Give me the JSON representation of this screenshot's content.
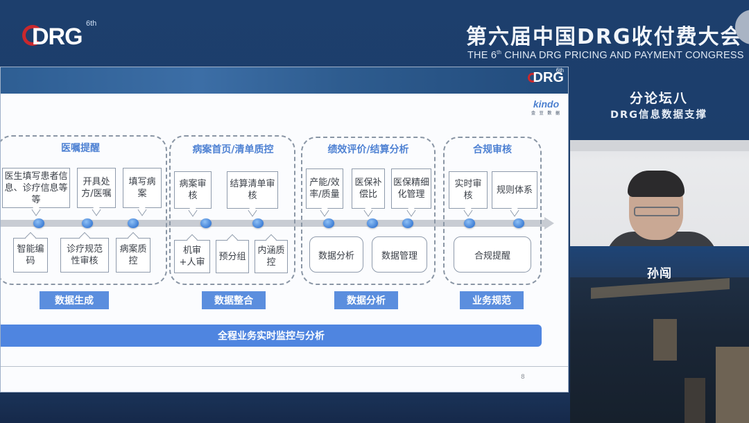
{
  "conference": {
    "logo_text": "DRG",
    "logo_sup": "6th",
    "title": "第六届中国DRG收付费大会",
    "subtitle_pre": "THE 6",
    "subtitle_sup": "th",
    "subtitle_post": " CHINA DRG PRICING AND PAYMENT CONGRESS"
  },
  "forum": {
    "title": "分论坛八",
    "subtitle": "DRG信息数据支撑"
  },
  "speaker": {
    "name": "孙闯"
  },
  "slide": {
    "logo_text": "DRG",
    "logo_sup": "6th",
    "brand": "kindo",
    "brand_sub": "金 豆 数 据",
    "page_number": "8",
    "groups": [
      {
        "title": "医嘱提醒",
        "top_bubbles": [
          "医生填写患者信息、诊疗信息等等",
          "开具处方/医嘱",
          "填写病案"
        ],
        "bottom_bubbles": [
          "智能编码",
          "诊疗规范性审核",
          "病案质控"
        ],
        "tag": "数据生成"
      },
      {
        "title": "病案首页/清单质控",
        "top_bubbles": [
          "病案审核",
          "结算清单审核"
        ],
        "bottom_bubbles": [
          "机审+人审",
          "预分组",
          "内涵质控"
        ],
        "tag": "数据整合"
      },
      {
        "title": "绩效评价/结算分析",
        "top_bubbles": [
          "产能/效率/质量",
          "医保补偿比",
          "医保精细化管理"
        ],
        "bottom_boxes": [
          "数据分析",
          "数据管理"
        ],
        "tag": "数据分析"
      },
      {
        "title": "合规审核",
        "top_bubbles": [
          "实时审核",
          "规则体系"
        ],
        "bottom_boxes": [
          "合规提醒"
        ],
        "tag": "业务规范"
      }
    ],
    "footer_bar": "全程业务实时监控与分析"
  },
  "colors": {
    "background_navy": "#1c3e6b",
    "accent_blue": "#4f85e0",
    "tag_blue": "#5b8ede",
    "title_blue": "#4f82d3",
    "logo_red": "#c9282d"
  }
}
